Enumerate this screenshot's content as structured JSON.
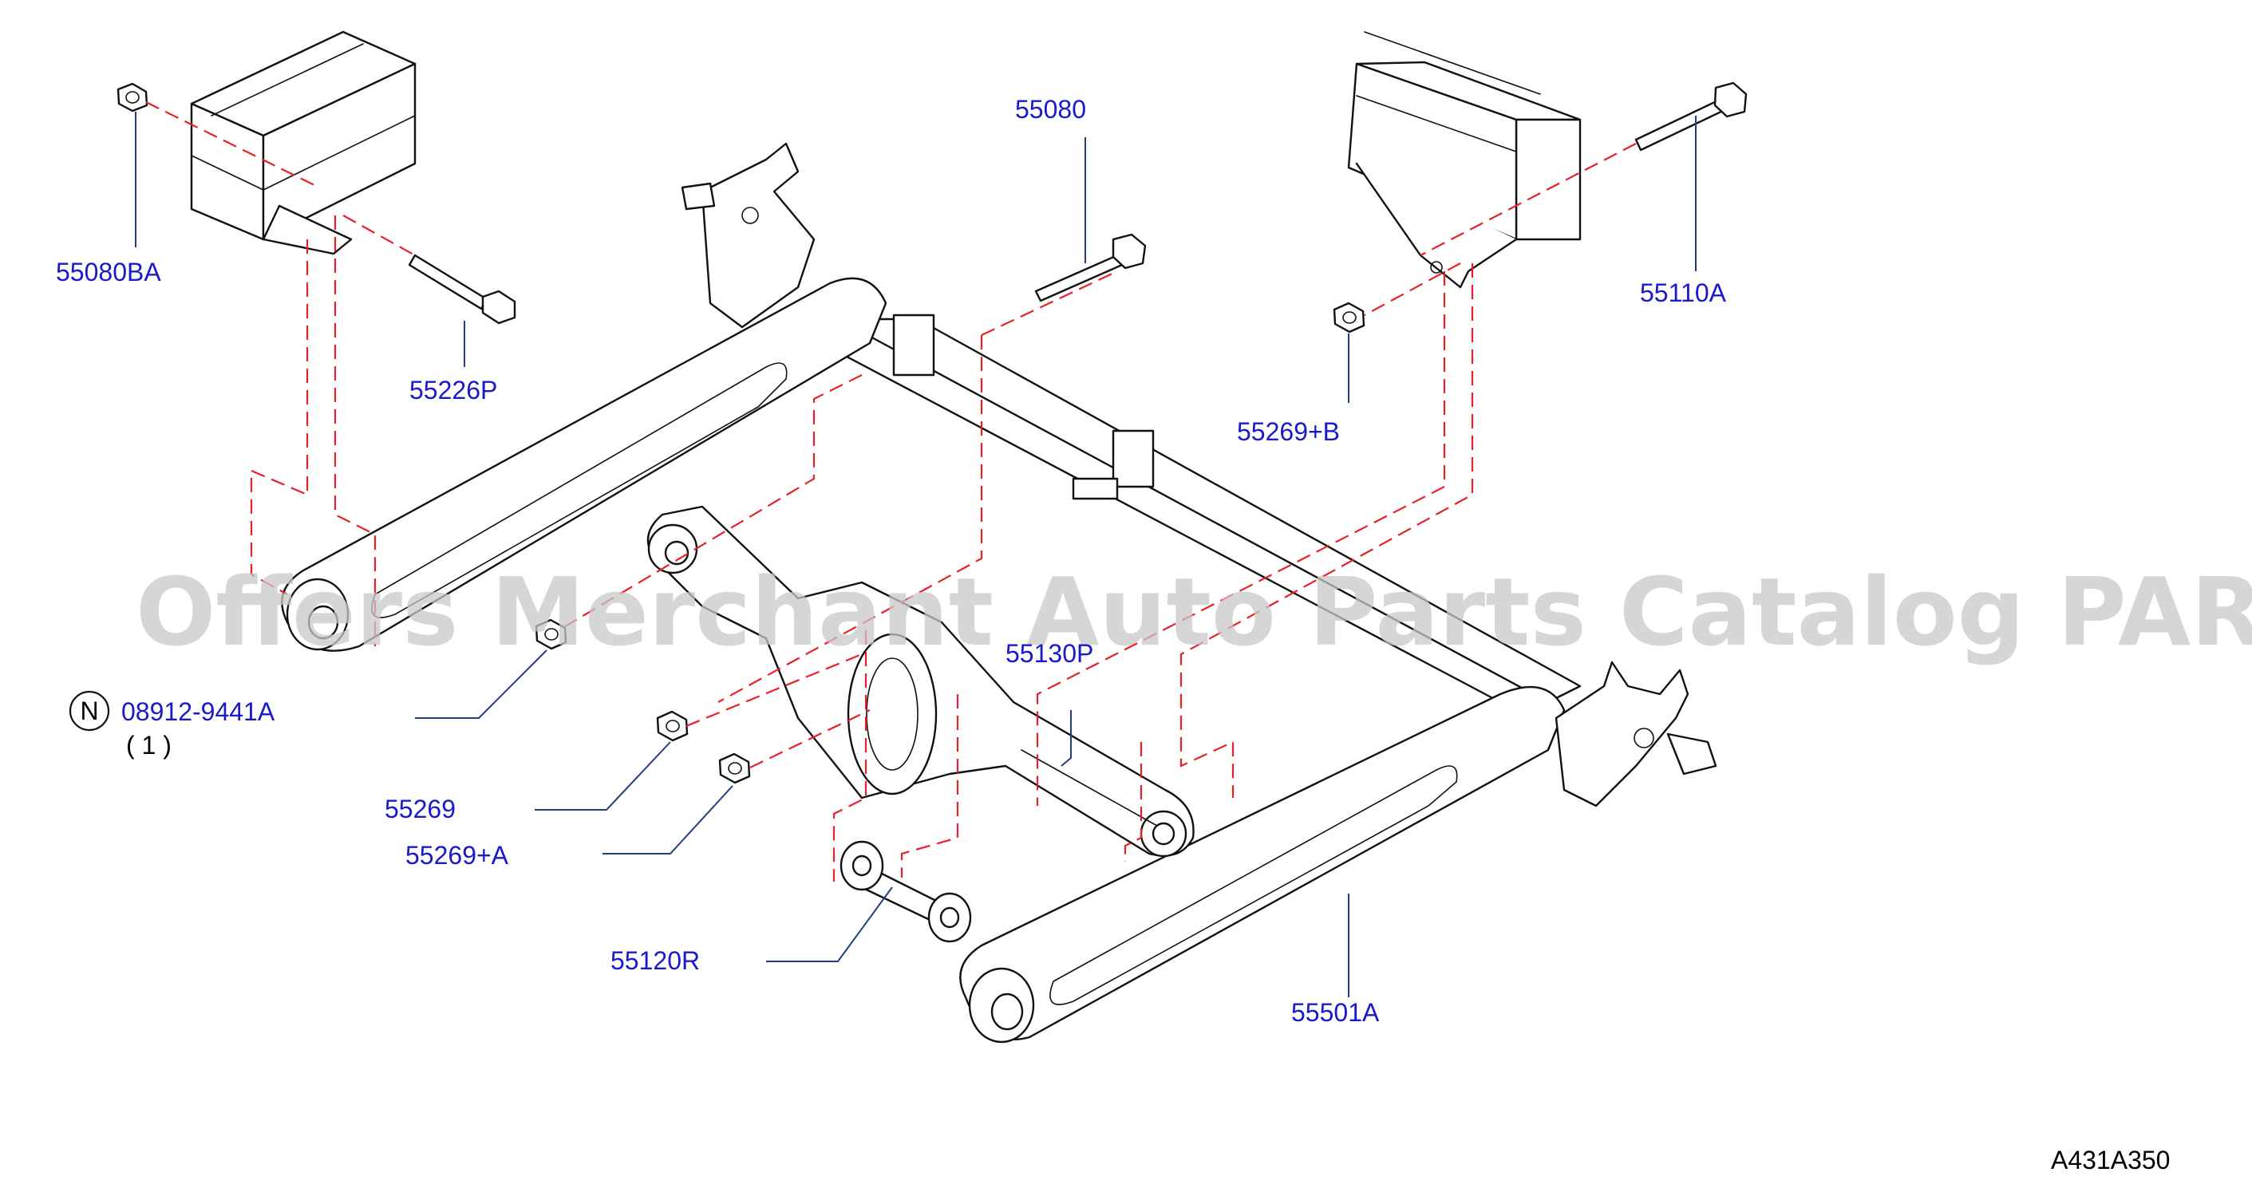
{
  "watermark": "Offers Merchant Auto Parts Catalog PARTSTORE.SA",
  "diagram_code": "A431A350",
  "notes": {
    "n_symbol": "N",
    "quantity": "( 1 )"
  },
  "labels": {
    "p55080BA": "55080BA",
    "p55226P": "55226P",
    "p55080": "55080",
    "p55110A": "55110A",
    "p55269B": "55269+B",
    "p08912": "08912-9441A",
    "p55130P": "55130P",
    "p55269": "55269",
    "p55269A": "55269+A",
    "p55120R": "55120R",
    "p55501A": "55501A"
  },
  "colors": {
    "label": "#1a1acd",
    "leader": "#1f3f7f",
    "dashed_guides": "#e8202a",
    "linework": "#111111",
    "watermark": "#c8c8c8"
  }
}
